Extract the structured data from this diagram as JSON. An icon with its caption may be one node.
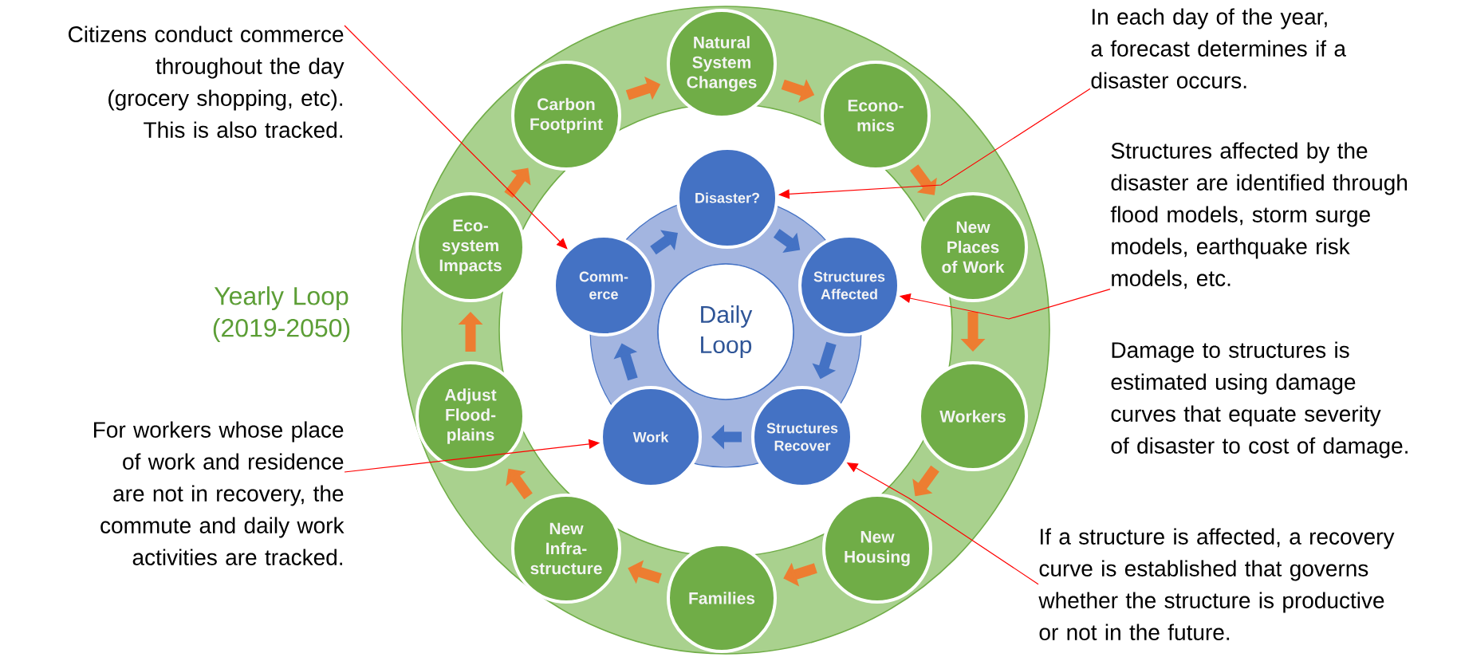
{
  "diagram": {
    "nodes": [
      {
        "text": [
          "Natural System Changes"
        ]
      },
      {
        "text": [
          "Econo- mics"
        ]
      },
      {
        "text": [
          "New Places of Work"
        ]
      },
      {
        "text": [
          "Workers"
        ]
      },
      {
        "text": [
          "New Housing"
        ]
      },
      {
        "text": [
          "Families"
        ]
      },
      {
        "text": [
          "New Infra- structure"
        ]
      },
      {
        "text": [
          "Adjust Flood- plains"
        ]
      },
      {
        "text": [
          "Eco- system Impacts"
        ]
      },
      {
        "text": [
          "Carbon Footprint"
        ]
      },
      {
        "text": [
          "Disaster?"
        ]
      },
      {
        "text": [
          "Structures Affected"
        ]
      },
      {
        "text": [
          "Structures Recover"
        ]
      },
      {
        "text": [
          "Work"
        ]
      },
      {
        "text": [
          "Comm- erce"
        ]
      },
      {
        "text": [
          "Daily Loop"
        ]
      },
      {
        "text": [
          "Citizens conduct commerce throughout the day (grocery shopping, etc). This is also tracked."
        ]
      },
      {
        "text": [
          "In each day of the year, a forecast determines if a disaster occurs."
        ]
      },
      {
        "text": [
          "Structures affected by the disaster are identified through flood models, storm surge models, earthquake risk models, etc."
        ]
      },
      {
        "text": [
          "If a structure is affected, a recovery curve is established that governs whether the structure is productive or not in the future."
        ]
      },
      {
        "text": [
          "For workers whose place of work and residence are not in recovery, the commute and daily work activities are tracked."
        ]
      }
    ],
    "edges": [
      {
        "from": 9,
        "to": 0,
        "arrow": "to",
        "color": "#ed7d31"
      },
      {
        "from": 0,
        "to": 1,
        "arrow": "to",
        "color": "#ed7d31"
      },
      {
        "from": 1,
        "to": 2,
        "arrow": "to",
        "color": "#ed7d31"
      },
      {
        "from": 2,
        "to": 3,
        "arrow": "to",
        "color": "#ed7d31"
      },
      {
        "from": 3,
        "to": 4,
        "arrow": "to",
        "color": "#ed7d31"
      },
      {
        "from": 4,
        "to": 5,
        "arrow": "to",
        "color": "#ed7d31"
      },
      {
        "from": 5,
        "to": 6,
        "arrow": "to",
        "color": "#ed7d31"
      },
      {
        "from": 6,
        "to": 7,
        "arrow": "to",
        "color": "#ed7d31"
      },
      {
        "from": 7,
        "to": 8,
        "arrow": "to",
        "color": "#ed7d31"
      },
      {
        "from": 8,
        "to": 9,
        "arrow": "to",
        "color": "#ed7d31"
      },
      {
        "from": 10,
        "to": 11,
        "arrow": "to",
        "color": "#4472c4"
      },
      {
        "from": 11,
        "to": 12,
        "arrow": "to",
        "color": "#4472c4"
      },
      {
        "from": 12,
        "to": 13,
        "arrow": "to",
        "color": "#4472c4"
      },
      {
        "from": 13,
        "to": 14,
        "arrow": "to",
        "color": "#4472c4"
      },
      {
        "from": 14,
        "to": 10,
        "arrow": "to",
        "color": "#4472c4"
      },
      {
        "from": 16,
        "to": 14,
        "arrow": "to",
        "color": "#ff0000"
      },
      {
        "from": 17,
        "to": 10,
        "arrow": "to",
        "color": "#ff0000"
      },
      {
        "from": 18,
        "to": 11,
        "arrow": "to",
        "color": "#ff0000"
      },
      {
        "from": 19,
        "to": 12,
        "arrow": "to",
        "color": "#ff0000"
      },
      {
        "from": 20,
        "to": 13,
        "arrow": "to",
        "color": "#ff0000"
      }
    ],
    "labels": [
      "Yearly Loop (2019-2050)",
      "Damage to structures is estimated using damage curves that equate severity of disaster to cost of damage."
    ]
  }
}
